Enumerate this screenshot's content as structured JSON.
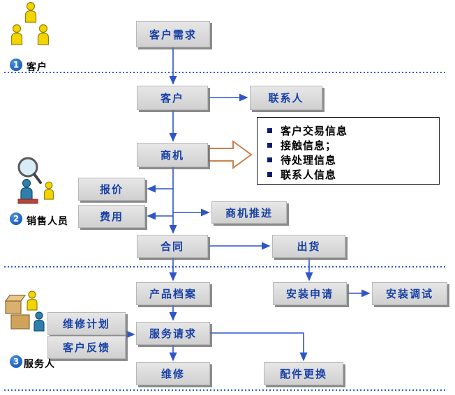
{
  "diagram": {
    "lanes": [
      {
        "number": "1",
        "label": "客户"
      },
      {
        "number": "2",
        "label": "销售人员"
      },
      {
        "number": "3",
        "label": "服务人"
      }
    ],
    "nodes": {
      "customer_demand": "客户需求",
      "customer": "客户",
      "contact": "联系人",
      "opportunity": "商机",
      "quote": "报价",
      "expense": "费用",
      "opportunity_advance": "商机推进",
      "contract": "合同",
      "shipment": "出货",
      "product_file": "产品档案",
      "install_request": "安装申请",
      "install_debug": "安装调试",
      "maintenance_plan": "维修计划",
      "customer_feedback": "客户反馈",
      "service_request": "服务请求",
      "repair": "维修",
      "parts_replacement": "配件更换"
    },
    "info_list": {
      "items": [
        "客户交易信息",
        "接触信息；",
        "待处理信息",
        "联系人信息"
      ]
    },
    "colors": {
      "node_text": "#1740a6",
      "node_fill": "#d9d9d9",
      "arrow": "#2f55c8",
      "dashed_line": "#2b5bd7",
      "badge_fill": "#1b5fc0",
      "callout_outline": "#c9824f"
    }
  }
}
